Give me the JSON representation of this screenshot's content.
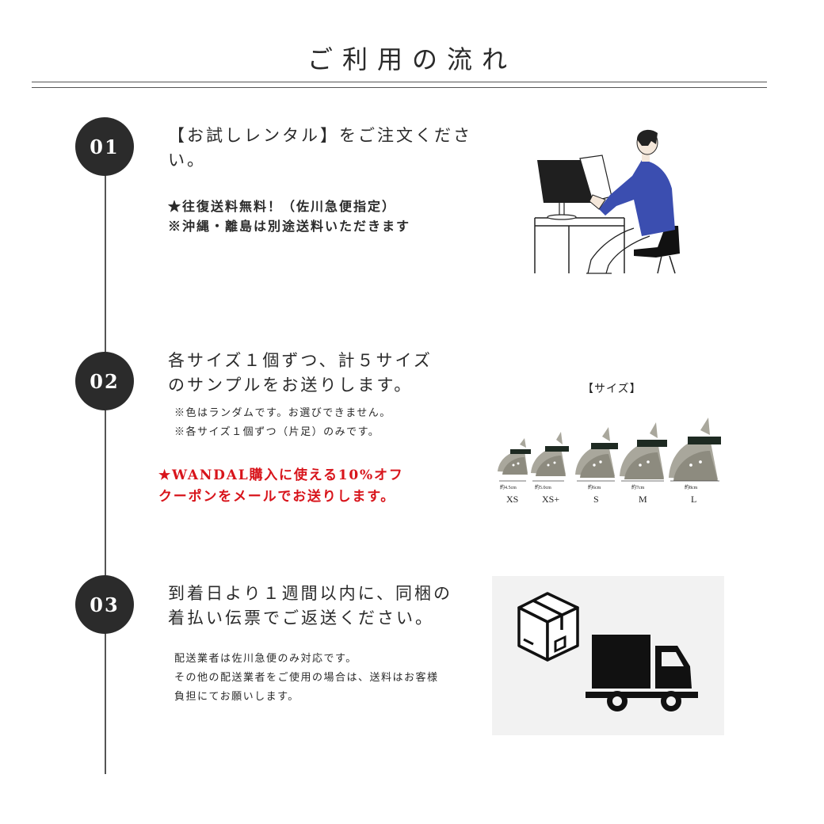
{
  "title": "ご利用の流れ",
  "steps": [
    {
      "number": "01",
      "heading_line1": "【お試しレンタル】をご注文くださ",
      "heading_line2": "い。",
      "note_line1": "★往復送料無料！（佐川急便指定）",
      "note_line2": "※沖縄・離島は別途送料いただきます"
    },
    {
      "number": "02",
      "heading_line1": "各サイズ１個ずつ、計５サイズ",
      "heading_line2": "のサンプルをお送りします。",
      "note_line1": "※色はランダムです。お選びできません。",
      "note_line2": "※各サイズ１個ずつ（片足）のみです。",
      "promo_line1": "★WANDAL購入に使える10%オフ",
      "promo_line2": "クーポンをメールでお送りします。",
      "size_header": "【サイズ】",
      "sizes": [
        {
          "label": "XS",
          "measure": "約4.5cm"
        },
        {
          "label": "XS+",
          "measure": "約5.0cm"
        },
        {
          "label": "S",
          "measure": "約6cm"
        },
        {
          "label": "M",
          "measure": "約7cm"
        },
        {
          "label": "L",
          "measure": "約8cm"
        }
      ]
    },
    {
      "number": "03",
      "heading_line1": "到着日より１週間以内に、同梱の",
      "heading_line2": "着払い伝票でご返送ください。",
      "note_line1": "配送業者は佐川急便のみ対応です。",
      "note_line2": "その他の配送業者をご使用の場合は、送料はお客様",
      "note_line3": "負担にてお願いします。"
    }
  ],
  "colors": {
    "circle": "#2b2b2b",
    "promo": "#d8141b",
    "shirt": "#3b4eb0",
    "truck_panel": "#f2f2f2"
  },
  "icons": [
    "person-at-computer-illustration",
    "box-icon",
    "truck-icon",
    "sandal-image"
  ]
}
